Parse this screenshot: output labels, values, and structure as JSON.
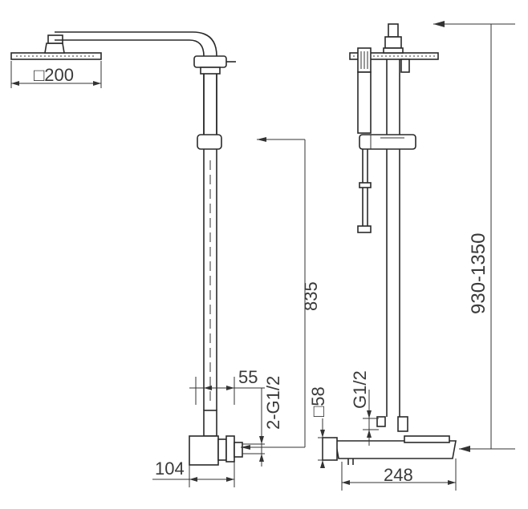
{
  "dimensions": {
    "head_size": "□200",
    "offset_55": "55",
    "inlet_thread_pair": "2-G1/2",
    "center_height": "835",
    "depth_104": "104",
    "square_58": "□58",
    "outlet_thread": "G1/2",
    "width_248": "248",
    "total_height": "930-1350"
  }
}
